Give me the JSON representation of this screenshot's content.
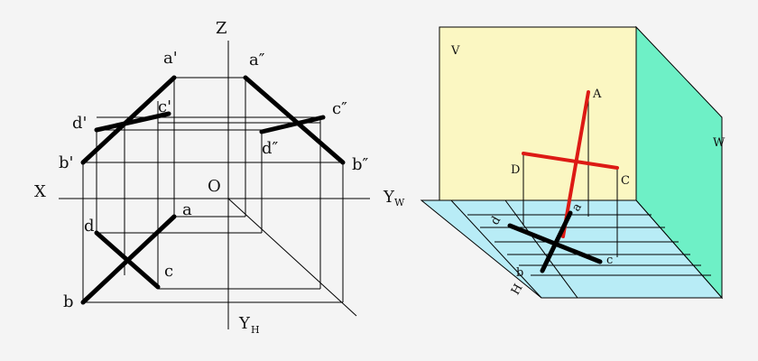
{
  "left_view": {
    "axes": {
      "z": "Z",
      "x": "X",
      "origin": "O",
      "yw": "Y",
      "yw_sub": "W",
      "yh": "Y",
      "yh_sub": "H"
    },
    "points": {
      "a_front": "a'",
      "a_side": "a″",
      "c_front": "c'",
      "c_side": "c″",
      "d_front": "d'",
      "d_side": "d″",
      "b_front": "b'",
      "b_side": "b″",
      "a_top": "a",
      "d_top": "d",
      "c_top": "c",
      "b_top": "b"
    }
  },
  "right_view": {
    "planes": {
      "v": "V",
      "w": "W",
      "h": "H"
    },
    "points": {
      "A": "A",
      "D": "D",
      "C": "C",
      "a": "a",
      "d": "d",
      "b": "b",
      "c": "c"
    }
  },
  "colors": {
    "v_plane": "#fbf7c2",
    "w_plane": "#6ef0c6",
    "h_plane": "#b8ecf6",
    "space_line": "#dd1a14",
    "projection_line": "#000000"
  }
}
